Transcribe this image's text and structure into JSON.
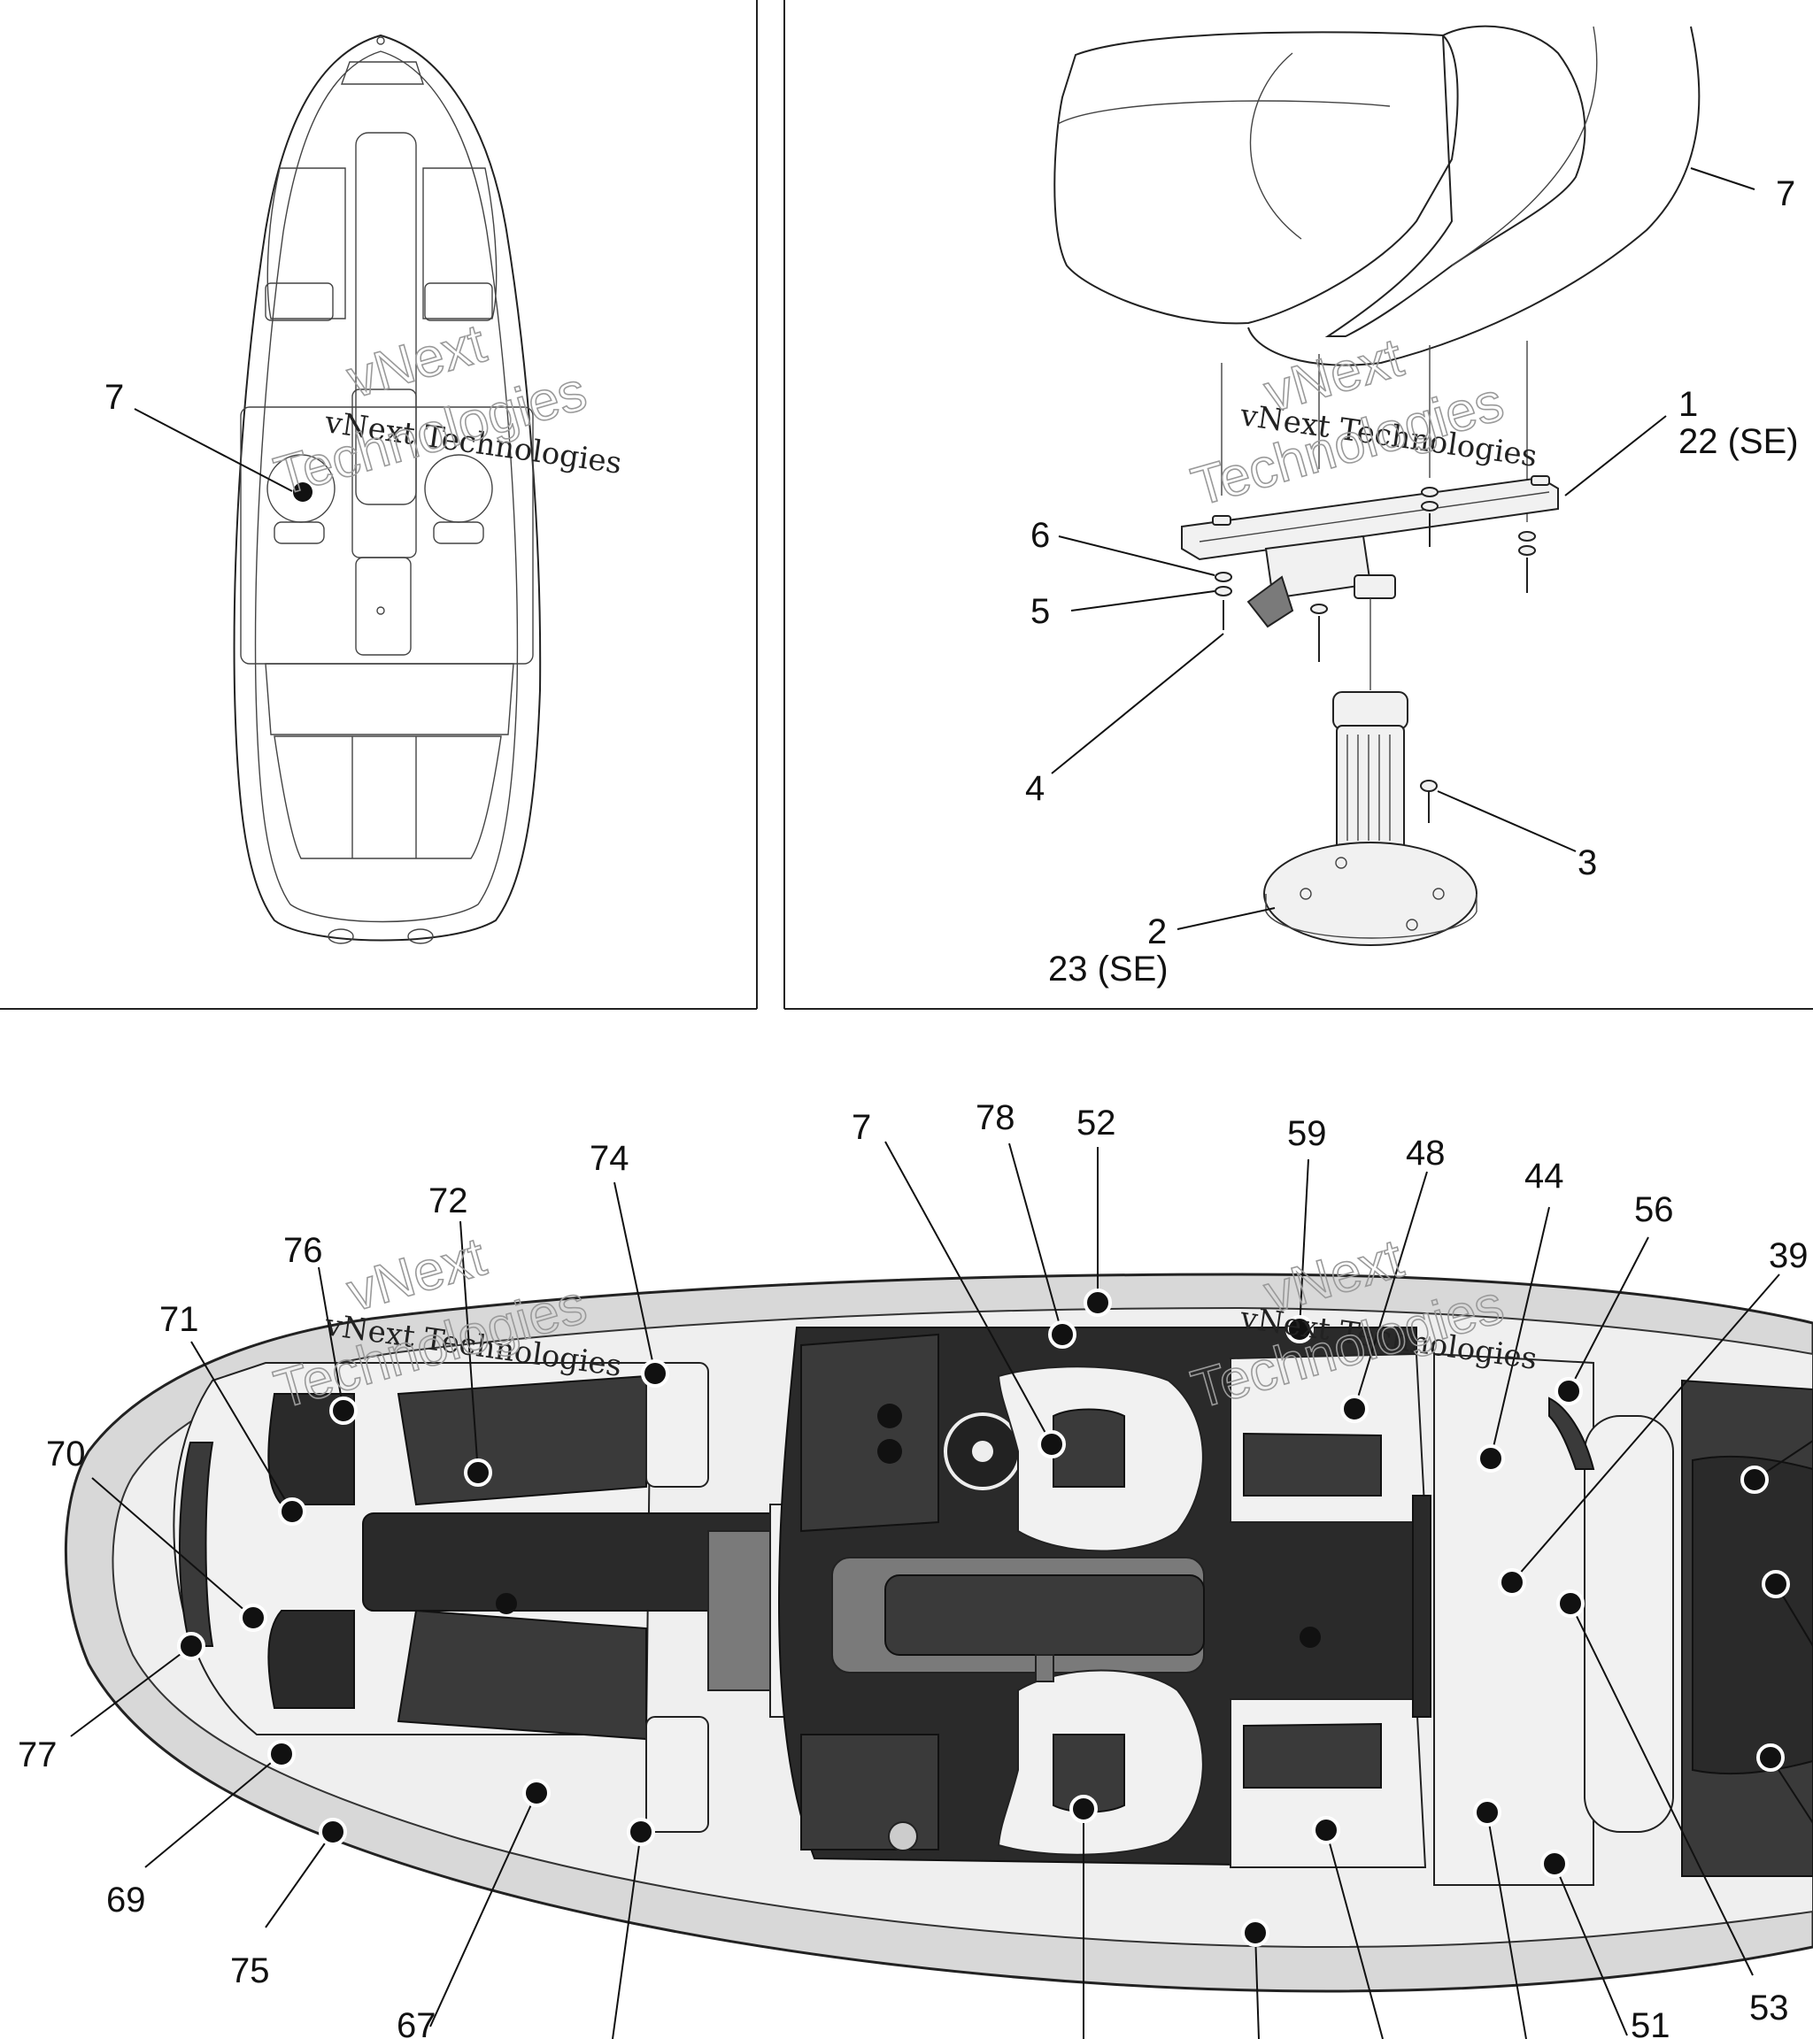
{
  "watermark": {
    "line1": "vNext Technologies",
    "line2": "vNext",
    "line3": "Technologies"
  },
  "panel_top_left": {
    "callouts": [
      "7"
    ]
  },
  "panel_top_right": {
    "callouts": [
      "7",
      "1",
      "22 (SE)",
      "6",
      "5",
      "4",
      "3",
      "2",
      "23 (SE)"
    ]
  },
  "panel_bottom": {
    "callouts": [
      "7",
      "78",
      "52",
      "59",
      "48",
      "44",
      "56",
      "39",
      "74",
      "72",
      "76",
      "71",
      "70",
      "77",
      "69",
      "75",
      "67",
      "51",
      "53"
    ]
  }
}
